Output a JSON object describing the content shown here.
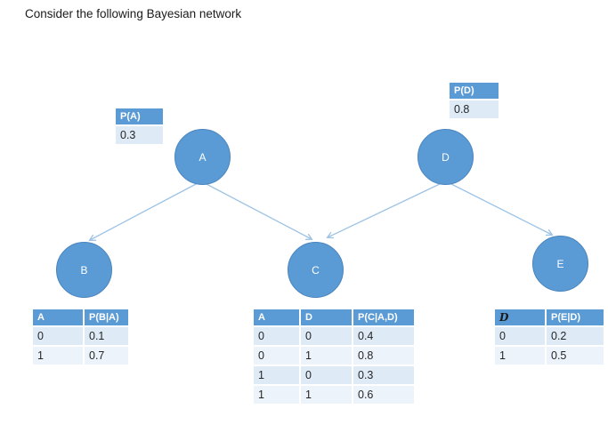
{
  "title": "Consider the following Bayesian network",
  "network": {
    "nodes": {
      "a": {
        "label": "A"
      },
      "b": {
        "label": "B"
      },
      "c": {
        "label": "C"
      },
      "d": {
        "label": "D"
      },
      "e": {
        "label": "E"
      }
    },
    "edges": [
      {
        "from": "A",
        "to": "B"
      },
      {
        "from": "A",
        "to": "C"
      },
      {
        "from": "D",
        "to": "C"
      },
      {
        "from": "D",
        "to": "E"
      }
    ]
  },
  "tables": {
    "a": {
      "headers": [
        "P(A)"
      ],
      "rows": [
        [
          "0.3"
        ]
      ]
    },
    "d": {
      "headers": [
        "P(D)"
      ],
      "rows": [
        [
          "0.8"
        ]
      ]
    },
    "b": {
      "headers": [
        "A",
        "P(B|A)"
      ],
      "rows": [
        [
          "0",
          "0.1"
        ],
        [
          "1",
          "0.7"
        ]
      ]
    },
    "c": {
      "headers": [
        "A",
        "D",
        "P(C|A,D)"
      ],
      "rows": [
        [
          "0",
          "0",
          "0.4"
        ],
        [
          "0",
          "1",
          "0.8"
        ],
        [
          "1",
          "0",
          "0.3"
        ],
        [
          "1",
          "1",
          "0.6"
        ]
      ]
    },
    "e": {
      "headers": [
        "D",
        "P(E|D)"
      ],
      "rows": [
        [
          "0",
          "0.2"
        ],
        [
          "1",
          "0.5"
        ]
      ]
    }
  },
  "colors": {
    "node_fill": "#5b9bd5",
    "node_border": "#4a84bf",
    "edge": "#9dc3e6",
    "table_header_bg": "#5b9bd5",
    "table_row_odd": "#deebf7",
    "table_row_even": "#edf3fa"
  }
}
